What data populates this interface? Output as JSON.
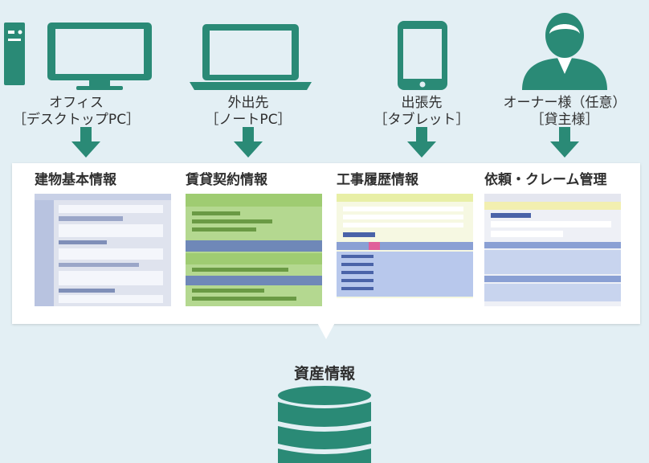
{
  "devices": [
    {
      "icon": "desktop-pc-icon",
      "line1": "オフィス",
      "line2": "［デスクトップPC］"
    },
    {
      "icon": "laptop-icon",
      "line1": "外出先",
      "line2": "［ノートPC］"
    },
    {
      "icon": "tablet-icon",
      "line1": "出張先",
      "line2": "［タブレット］"
    },
    {
      "icon": "owner-person-icon",
      "line1": "オーナー様（任意）",
      "line2": "［貸主様］"
    }
  ],
  "screens": [
    {
      "title": "建物基本情報"
    },
    {
      "title": "賃貸契約情報"
    },
    {
      "title": "工事履歴情報"
    },
    {
      "title": "依頼・クレーム管理"
    }
  ],
  "asset": {
    "label": "資産情報",
    "icon": "database-icon"
  },
  "colors": {
    "accent": "#2a8a76",
    "background": "#e3eff4"
  }
}
